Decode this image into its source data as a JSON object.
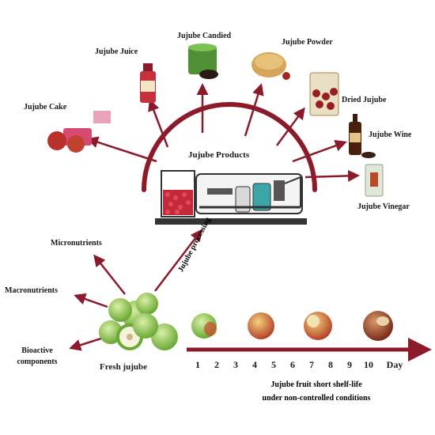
{
  "hub": {
    "title": "Jujube Products"
  },
  "products": [
    {
      "label": "Jujube Cake"
    },
    {
      "label": "Jujube Juice"
    },
    {
      "label": "Jujube Candied"
    },
    {
      "label": "Jujube Powder"
    },
    {
      "label": "Dried Jujube"
    },
    {
      "label": "Jujube Wine"
    },
    {
      "label": "Jujube Vinegar"
    }
  ],
  "components": [
    {
      "label": "Micronutrients"
    },
    {
      "label": "Macronutrients"
    },
    {
      "label": "Bioactive components"
    }
  ],
  "fresh": {
    "label": "Fresh jujube"
  },
  "processing": {
    "label": "Jujube processing"
  },
  "timeline": {
    "days": [
      "1",
      "2",
      "3",
      "4",
      "5",
      "6",
      "7",
      "8",
      "9",
      "10"
    ],
    "unit": "Day",
    "caption_line1": "Jujube fruit short shelf-life",
    "caption_line2": "under non-controlled conditions"
  },
  "colors": {
    "arrow": "#8b1a2b",
    "fruit_green": "#8fc94a",
    "fruit_red": "#a8321f",
    "machine_blue": "#3aa6a8",
    "machine_red": "#c4283a"
  }
}
